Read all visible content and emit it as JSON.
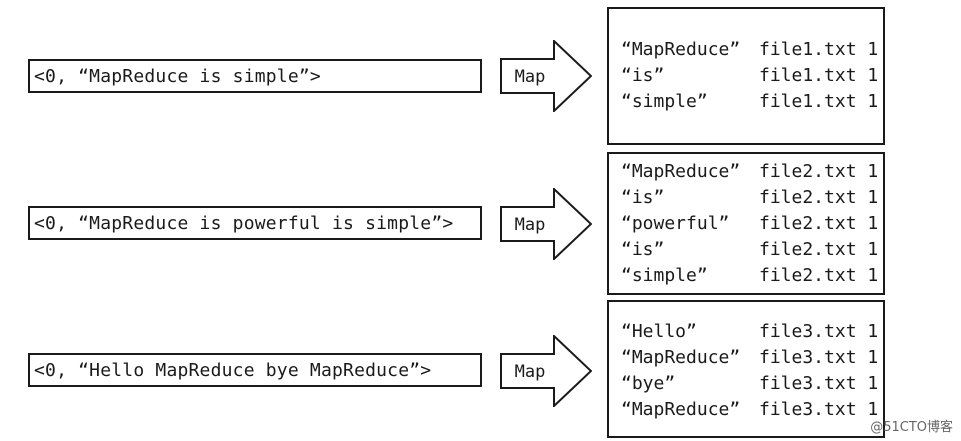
{
  "map_label": "Map",
  "rows": [
    {
      "input": "<0, “MapReduce is simple”>",
      "outputs": [
        {
          "key": "“MapReduce”",
          "value": "file1.txt 1"
        },
        {
          "key": "“is”",
          "value": "file1.txt 1"
        },
        {
          "key": "“simple”",
          "value": "file1.txt 1"
        }
      ]
    },
    {
      "input": "<0, “MapReduce is powerful is simple”>",
      "outputs": [
        {
          "key": "“MapReduce”",
          "value": "file2.txt 1"
        },
        {
          "key": "“is”",
          "value": "file2.txt 1"
        },
        {
          "key": "“powerful”",
          "value": "file2.txt 1"
        },
        {
          "key": "“is”",
          "value": "file2.txt 1"
        },
        {
          "key": "“simple”",
          "value": "file2.txt 1"
        }
      ]
    },
    {
      "input": "<0, “Hello MapReduce bye MapReduce”>",
      "outputs": [
        {
          "key": "“Hello”",
          "value": "file3.txt 1"
        },
        {
          "key": "“MapReduce”",
          "value": "file3.txt 1"
        },
        {
          "key": "“bye”",
          "value": "file3.txt 1"
        },
        {
          "key": "“MapReduce”",
          "value": "file3.txt 1"
        }
      ]
    }
  ],
  "watermark": "@51CTO博客"
}
